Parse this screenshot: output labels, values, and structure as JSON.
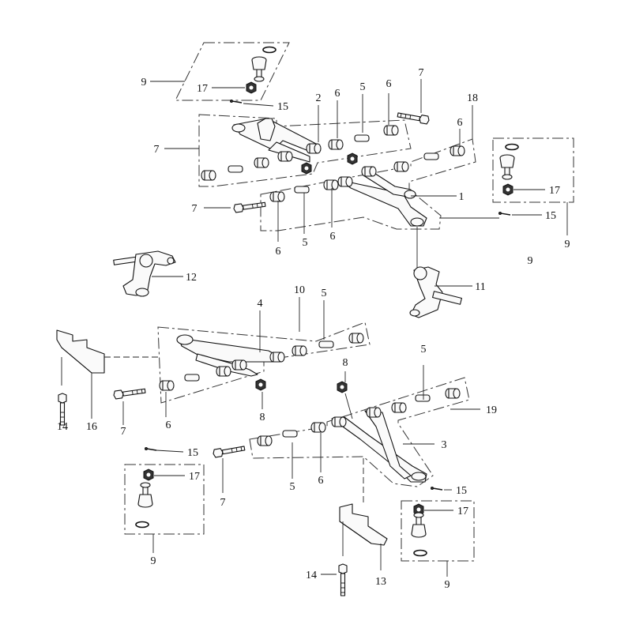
{
  "callouts": [
    {
      "id": "c9a",
      "text": "9"
    },
    {
      "id": "c17a",
      "text": "17"
    },
    {
      "id": "c15a",
      "text": "15"
    },
    {
      "id": "c2",
      "text": "2"
    },
    {
      "id": "c6a",
      "text": "6"
    },
    {
      "id": "c5a",
      "text": "5"
    },
    {
      "id": "c6b",
      "text": "6"
    },
    {
      "id": "c7a",
      "text": "7"
    },
    {
      "id": "c18",
      "text": "18"
    },
    {
      "id": "c6c",
      "text": "6"
    },
    {
      "id": "c7b",
      "text": "7"
    },
    {
      "id": "c1",
      "text": "1"
    },
    {
      "id": "c17b",
      "text": "17"
    },
    {
      "id": "c15b",
      "text": "15"
    },
    {
      "id": "c9b",
      "text": "9"
    },
    {
      "id": "c9c",
      "text": "9"
    },
    {
      "id": "c7c",
      "text": "7"
    },
    {
      "id": "c6d",
      "text": "6"
    },
    {
      "id": "c5b",
      "text": "5"
    },
    {
      "id": "c6e",
      "text": "6"
    },
    {
      "id": "c12",
      "text": "12"
    },
    {
      "id": "c11",
      "text": "11"
    },
    {
      "id": "c4",
      "text": "4"
    },
    {
      "id": "c10",
      "text": "10"
    },
    {
      "id": "c5c",
      "text": "5"
    },
    {
      "id": "c8a",
      "text": "8"
    },
    {
      "id": "c5d",
      "text": "5"
    },
    {
      "id": "c14a",
      "text": "14"
    },
    {
      "id": "c16",
      "text": "16"
    },
    {
      "id": "c7d",
      "text": "7"
    },
    {
      "id": "c6f",
      "text": "6"
    },
    {
      "id": "c8b",
      "text": "8"
    },
    {
      "id": "c19",
      "text": "19"
    },
    {
      "id": "c3",
      "text": "3"
    },
    {
      "id": "c15c",
      "text": "15"
    },
    {
      "id": "c17c",
      "text": "17"
    },
    {
      "id": "c7e",
      "text": "7"
    },
    {
      "id": "c5e",
      "text": "5"
    },
    {
      "id": "c6g",
      "text": "6"
    },
    {
      "id": "c15d",
      "text": "15"
    },
    {
      "id": "c17d",
      "text": "17"
    },
    {
      "id": "c9d",
      "text": "9"
    },
    {
      "id": "c14b",
      "text": "14"
    },
    {
      "id": "c13",
      "text": "13"
    },
    {
      "id": "c9e",
      "text": "9"
    }
  ]
}
